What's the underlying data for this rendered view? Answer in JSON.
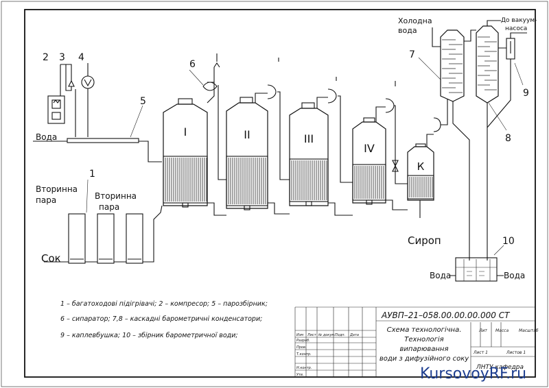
{
  "labels": {
    "water_left": "Вода",
    "secondary_steam_1": "Вторинна\nпара",
    "secondary_steam_2": "Вторинна\nпара",
    "juice": "Сок",
    "cold_water": "Холодна\nвода",
    "to_vacuum_pump": "До вакуум-\nнасоса",
    "syrup": "Сироп",
    "water_bottom_left": "Вода",
    "water_bottom_right": "Вода"
  },
  "numbers": [
    "1",
    "2",
    "3",
    "4",
    "5",
    "6",
    "7",
    "8",
    "9",
    "10"
  ],
  "evaporators": [
    "I",
    "II",
    "III",
    "IV",
    "К"
  ],
  "legend": [
    "1 – багатоходові підігрівачі; 2 – компресор; 5 – парозбірник;",
    "6 – сипаратор; 7,8 – каскадні барометричні конденсатори;",
    "9 – каплевбушка; 10 – збірник барометричної води;"
  ],
  "title_block": {
    "code": "АУВП–21–058.00.00.00.000 СТ",
    "title_lines": [
      "Схема технологічна.",
      "Технологія",
      "випарювання",
      "води з дифузійного соку"
    ],
    "head_lit": "Лит",
    "head_mass": "Масса",
    "head_scale": "Масштаб",
    "sheet": "Лист 1",
    "sheets": "Листов 1",
    "org": "ЛНТУ кафедра",
    "row_labels": [
      "Изм",
      "Лист",
      "№ докум.",
      "Подп.",
      "Дата",
      "Разраб.",
      "Пров.",
      "Т.контр.",
      "Н.контр.",
      "Утв."
    ]
  },
  "watermark": "KursovoyRF.ru"
}
